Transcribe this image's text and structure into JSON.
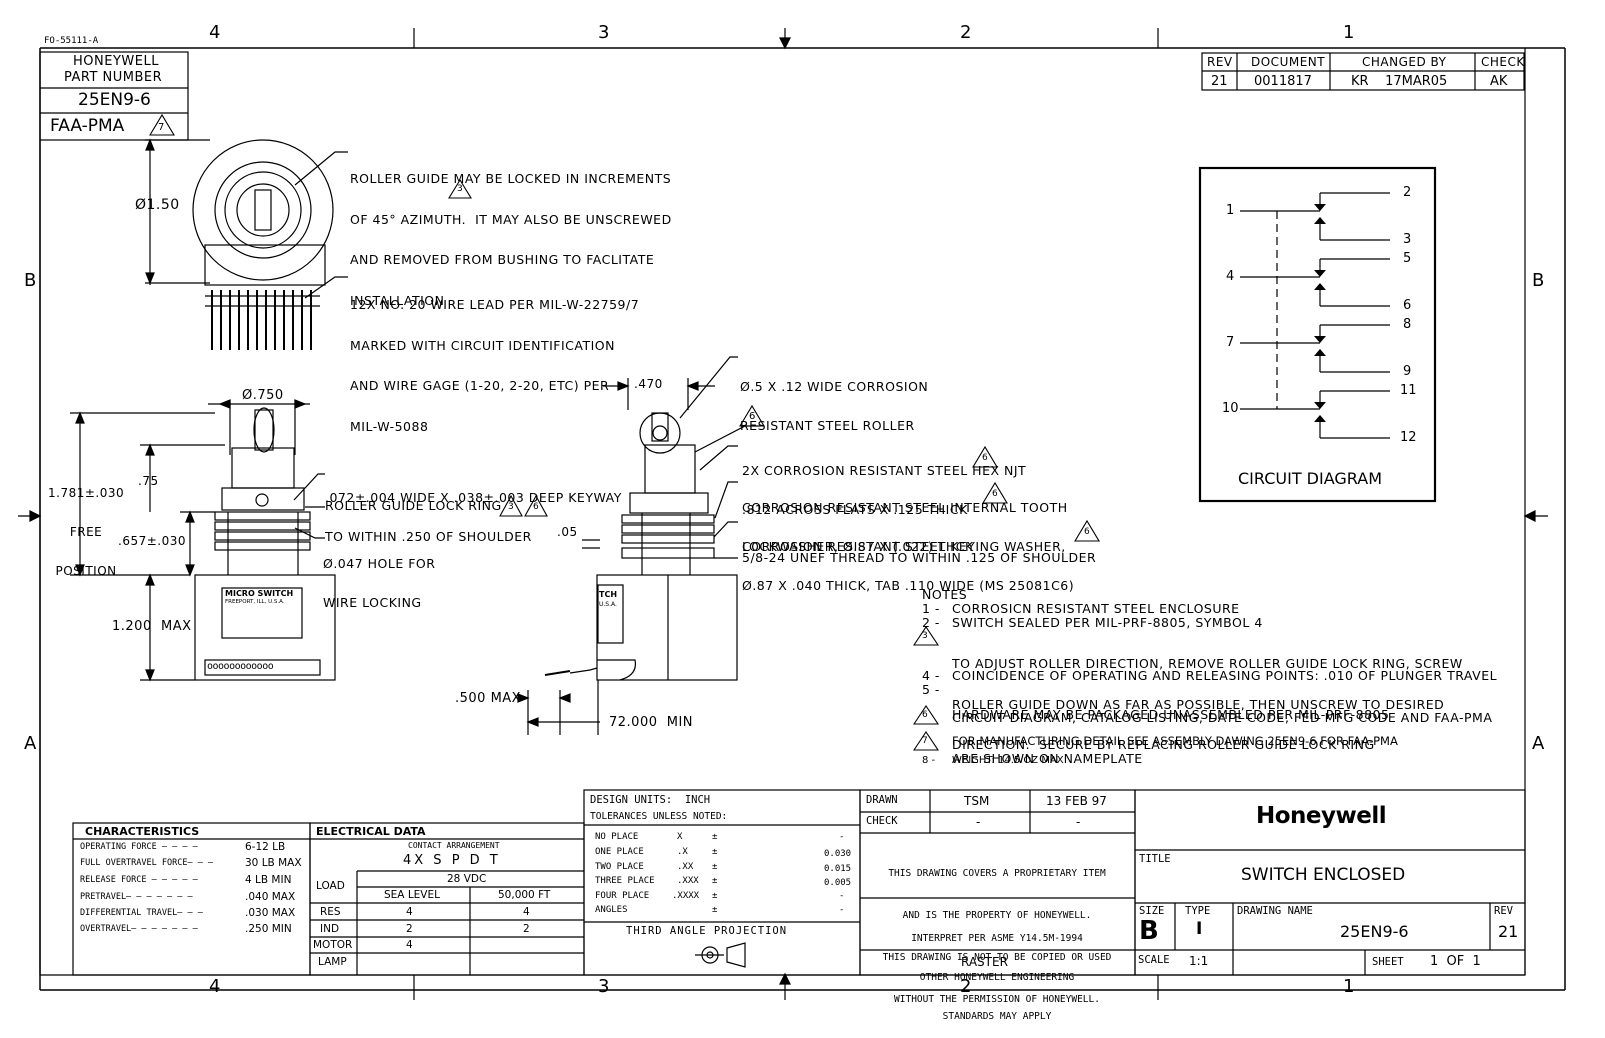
{
  "form_id": "FO-55111-A",
  "zones": {
    "top": [
      "4",
      "3",
      "2",
      "1"
    ],
    "bottom": [
      "4",
      "3",
      "2",
      "1"
    ],
    "rows": [
      "B",
      "A"
    ]
  },
  "part_box": {
    "line1": "HONEYWELL",
    "line2": "PART NUMBER",
    "part_number": "25EN9-6",
    "cert": "FAA-PMA",
    "cert_flag": "7"
  },
  "revision_table": {
    "headers": [
      "REV",
      "DOCUMENT",
      "CHANGED BY",
      "CHECK"
    ],
    "row": [
      "21",
      "0011817",
      "KR    17MAR05",
      "AK"
    ]
  },
  "circuit_diagram": {
    "title": "CIRCUIT DIAGRAM",
    "terminals": [
      "1",
      "2",
      "3",
      "4",
      "5",
      "6",
      "7",
      "8",
      "9",
      "10",
      "11",
      "12"
    ]
  },
  "top_view": {
    "diameter": "Ø1.50",
    "roller_note": [
      "ROLLER GUIDE MAY BE LOCKED IN INCREMENTS",
      "OF 45° AZIMUTH.  IT MAY ALSO BE UNSCREWED",
      "AND REMOVED FROM BUSHING TO FACLITATE",
      "INSTALLATION"
    ],
    "roller_flag": "3",
    "wire_note": [
      "12X NO. 20 WIRE LEAD PER MIL-W-22759/7",
      "MARKED WITH CIRCUIT IDENTIFICATION",
      "AND WIRE GAGE (1-20, 2-20, ETC) PER",
      "MIL-W-5088"
    ]
  },
  "front_view": {
    "dia_750": "Ø.750",
    "free_position": [
      "1.781±.030",
      "FREE",
      "POSITION"
    ],
    "dim_75": ".75",
    "dim_657": ".657±.030",
    "dim_1200": "1.200  MAX",
    "keyway": [
      ".072±.004 WIDE X .038±.003 DEEP KEYWAY",
      "TO WITHIN .250 OF SHOULDER"
    ],
    "lock_ring": "ROLLER GUIDE LOCK RING",
    "lock_ring_flags": [
      "3",
      "6"
    ],
    "hole": [
      "Ø.047 HOLE FOR",
      "WIRE LOCKING"
    ],
    "label_brand": "MICRO SWITCH",
    "label_loc": "FREEPORT, ILL, U.S.A."
  },
  "side_view": {
    "dim_470": ".470",
    "roller": [
      "Ø.5 X .12 WIDE CORROSION",
      "RESISTANT STEEL ROLLER"
    ],
    "flag_6": "6",
    "hex_nut": [
      "2X CORROSION RESISTANT STEEL HEX NJT",
      ".812 ACROSS FLATS X .125 THICK"
    ],
    "lockwasher": [
      "CORROSION RESISTANT STEEL INTERNAL TOOTH",
      "LOCKWASHER, Ø.87 X (.022) THCK"
    ],
    "keying_washer": [
      "CORROSION RESISTANT STEEL KEYING WASHER,",
      "Ø.87 X .040 THICK, TAB .110 WIDE (MS 25081C6)"
    ],
    "thread": "5/8-24 UNEF THREAD TO WITHIN .125 OF SHOULDER",
    "dim_05": ".05",
    "dim_500": ".500 MAX",
    "dim_72": "72.000  MIN",
    "label_frag": [
      "TCH",
      "U.S.A."
    ]
  },
  "notes": {
    "title": "NOTES",
    "items": [
      {
        "num": "1 -",
        "flag": "",
        "lines": [
          "CORROSICN RESISTANT STEEL ENCLOSURE"
        ]
      },
      {
        "num": "2 -",
        "flag": "",
        "lines": [
          "SWITCH SEALED PER MIL-PRF-8805, SYMBOL 4"
        ]
      },
      {
        "num": "",
        "flag": "3",
        "lines": [
          "TO ADJUST ROLLER DIRECTION, REMOVE ROLLER GUIDE LOCK RING, SCREW",
          "ROLLER GUIDE DOWN AS FAR AS POSSIBLE, THEN UNSCREW TO DESIRED",
          "DIRECTION.  SECURE BY REPLACING ROLLER GUIDE LOCK RING"
        ]
      },
      {
        "num": "4 -",
        "flag": "",
        "lines": [
          "COINCIDENCE OF OPERATING AND RELEASING POINTS: .010 OF PLUNGER TRAVEL"
        ]
      },
      {
        "num": "5 -",
        "flag": "",
        "lines": [
          "CIRCUIT DIAGRAM, CATALOG LISTING, DATE CODE, FED MFG CODE AND FAA-PMA",
          "ARE SHOWN ON NAMEPLATE"
        ]
      },
      {
        "num": "",
        "flag": "6",
        "lines": [
          "HARDWARE MAY BE PACKAGED UNASSEMBLED PER MIL-PRF-8805"
        ]
      },
      {
        "num": "",
        "flag": "7",
        "lines": [
          "FOR MANUFACTURING DETAIL SEE ASSEMBLY DAWING 25EN9-6 FOR FAA-PMA"
        ]
      },
      {
        "num": "8 -",
        "flag": "",
        "lines": [
          "WEIGHT: 14.5 OZ MAX"
        ]
      }
    ]
  },
  "characteristics": {
    "title": "CHARACTERISTICS",
    "rows": [
      [
        "OPERATING FORCE — — — —",
        "6-12 LB"
      ],
      [
        "FULL OVERTRAVEL FORCE— — —",
        "30 LB MAX"
      ],
      [
        "RELEASE FORCE — — — — —",
        "4 LB MIN"
      ],
      [
        "PRETRAVEL— — — — — — —",
        ".040 MAX"
      ],
      [
        "DIFFERENTIAL TRAVEL— — —",
        ".030 MAX"
      ],
      [
        "OVERTRAVEL— — — — — — —",
        ".250 MIN"
      ]
    ]
  },
  "electrical": {
    "title": "ELECTRICAL DATA",
    "contact_label": "CONTACT ARRANGEMENT",
    "contact_value": "4X S P D T",
    "load": "LOAD",
    "voltage": "28 VDC",
    "sea_level": "SEA LEVEL",
    "altitude": "50,000 FT",
    "rows": [
      [
        "RES",
        "4",
        "4"
      ],
      [
        "IND",
        "2",
        "2"
      ],
      [
        "MOTOR",
        "4",
        ""
      ],
      [
        "LAMP",
        "",
        ""
      ]
    ]
  },
  "tolerances": {
    "units": "DESIGN UNITS:  INCH",
    "header": "TOLERANCES UNLESS NOTED:",
    "rows": [
      [
        "NO PLACE",
        "X",
        "±",
        "-"
      ],
      [
        "ONE PLACE",
        ".X",
        "±",
        "0.030"
      ],
      [
        "TWO PLACE",
        ".XX",
        "±",
        "0.015"
      ],
      [
        "THREE PLACE",
        ".XXX",
        "±",
        "0.005"
      ],
      [
        "FOUR PLACE",
        ".XXXX",
        "±",
        "-"
      ],
      [
        "ANGLES",
        "",
        "±",
        "-"
      ]
    ],
    "projection": "THIRD ANGLE PROJECTION"
  },
  "approvals": {
    "drawn_label": "DRAWN",
    "drawn_by": "TSM",
    "drawn_date": "13 FEB 97",
    "check_label": "CHECK",
    "check_by": "-",
    "check_date": "-",
    "proprietary": [
      "THIS DRAWING COVERS A PROPRIETARY ITEM",
      "AND IS THE PROPERTY OF HONEYWELL.",
      "THIS DRAWING IS NOT TO BE COPIED OR USED",
      "WITHOUT THE PERMISSION OF HONEYWELL."
    ],
    "interpret": [
      "INTERPRET PER ASME Y14.5M-1994",
      "OTHER HONEYWELL ENGINEERING",
      "STANDARDS MAY APPLY"
    ],
    "raster": "RASTER"
  },
  "title_block": {
    "company": "Honeywell",
    "title_label": "TITLE",
    "title": "SWITCH ENCLOSED",
    "size_label": "SIZE",
    "size": "B",
    "type_label": "TYPE",
    "type": "I",
    "dwg_label": "DRAWING NAME",
    "dwg": "25EN9-6",
    "rev_label": "REV",
    "rev": "21",
    "scale_label": "SCALE",
    "scale": "1:1",
    "sheet_label": "SHEET",
    "sheet": "1  OF  1"
  }
}
